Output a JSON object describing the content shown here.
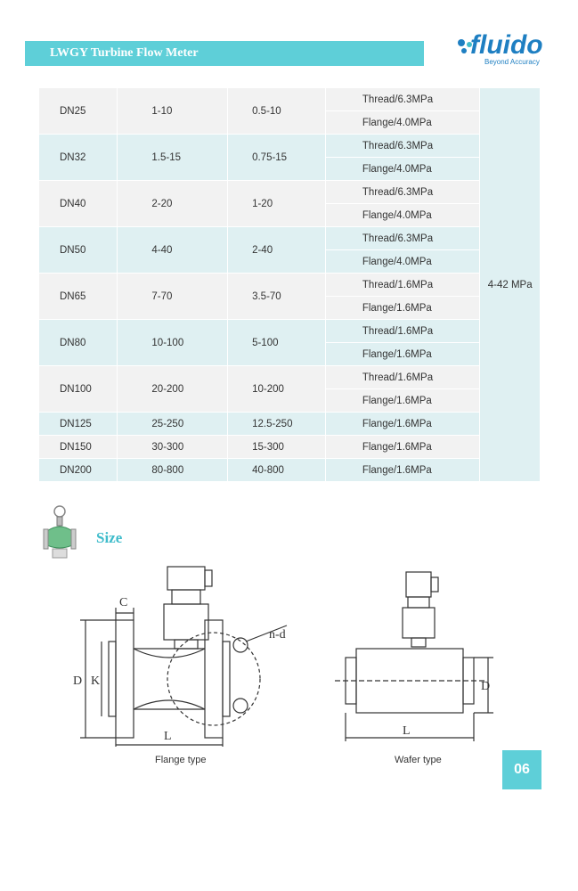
{
  "header": {
    "title": "LWGY Turbine Flow Meter"
  },
  "logo": {
    "name": "fluido",
    "tagline": "Beyond  Accuracy"
  },
  "table": {
    "max_pressure": "4-42 MPa",
    "rows": [
      {
        "dn": "DN25",
        "range": "1-10",
        "ext": "0.5-10",
        "conn": [
          "Thread/6.3MPa",
          "Flange/4.0MPa"
        ]
      },
      {
        "dn": "DN32",
        "range": "1.5-15",
        "ext": "0.75-15",
        "conn": [
          "Thread/6.3MPa",
          "Flange/4.0MPa"
        ]
      },
      {
        "dn": "DN40",
        "range": "2-20",
        "ext": "1-20",
        "conn": [
          "Thread/6.3MPa",
          "Flange/4.0MPa"
        ]
      },
      {
        "dn": "DN50",
        "range": "4-40",
        "ext": "2-40",
        "conn": [
          "Thread/6.3MPa",
          "Flange/4.0MPa"
        ]
      },
      {
        "dn": "DN65",
        "range": "7-70",
        "ext": "3.5-70",
        "conn": [
          "Thread/1.6MPa",
          "Flange/1.6MPa"
        ]
      },
      {
        "dn": "DN80",
        "range": "10-100",
        "ext": "5-100",
        "conn": [
          "Thread/1.6MPa",
          "Flange/1.6MPa"
        ]
      },
      {
        "dn": "DN100",
        "range": "20-200",
        "ext": "10-200",
        "conn": [
          "Thread/1.6MPa",
          "Flange/1.6MPa"
        ]
      },
      {
        "dn": "DN125",
        "range": "25-250",
        "ext": "12.5-250",
        "conn": [
          "Flange/1.6MPa"
        ]
      },
      {
        "dn": "DN150",
        "range": "30-300",
        "ext": "15-300",
        "conn": [
          "Flange/1.6MPa"
        ]
      },
      {
        "dn": "DN200",
        "range": "80-800",
        "ext": "40-800",
        "conn": [
          "Flange/1.6MPa"
        ]
      }
    ]
  },
  "size": {
    "title": "Size",
    "flange_caption": "Flange type",
    "wafer_caption": "Wafer type",
    "labels": {
      "c": "C",
      "d": "D",
      "k": "K",
      "l": "L",
      "nd": "n-d"
    }
  },
  "page_number": "06"
}
